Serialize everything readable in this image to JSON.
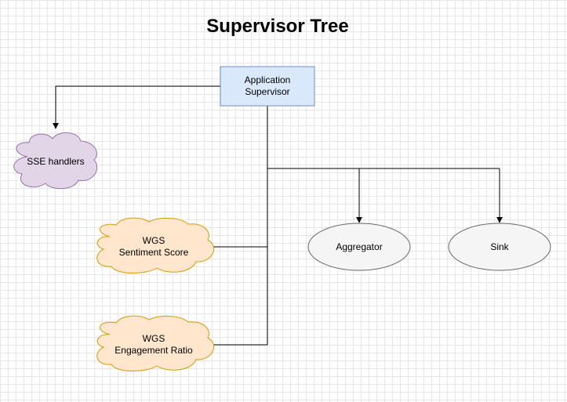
{
  "title": "Supervisor Tree",
  "colors": {
    "supervisor_fill": "#dae8fc",
    "supervisor_stroke": "#6c8ebf",
    "sse_fill": "#e1d5e7",
    "sse_stroke": "#9673a6",
    "wgs_fill": "#ffe6cc",
    "wgs_stroke": "#d79b00",
    "ellipse_fill": "#f5f5f5",
    "ellipse_stroke": "#666666",
    "edge": "#000000"
  },
  "nodes": {
    "supervisor": {
      "line1": "Application",
      "line2": "Supervisor"
    },
    "sse": {
      "label": "SSE handlers"
    },
    "wgs_sentiment": {
      "line1": "WGS",
      "line2": "Sentiment Score"
    },
    "wgs_engagement": {
      "line1": "WGS",
      "line2": "Engagement Ratio"
    },
    "aggregator": {
      "label": "Aggregator"
    },
    "sink": {
      "label": "Sink"
    }
  }
}
